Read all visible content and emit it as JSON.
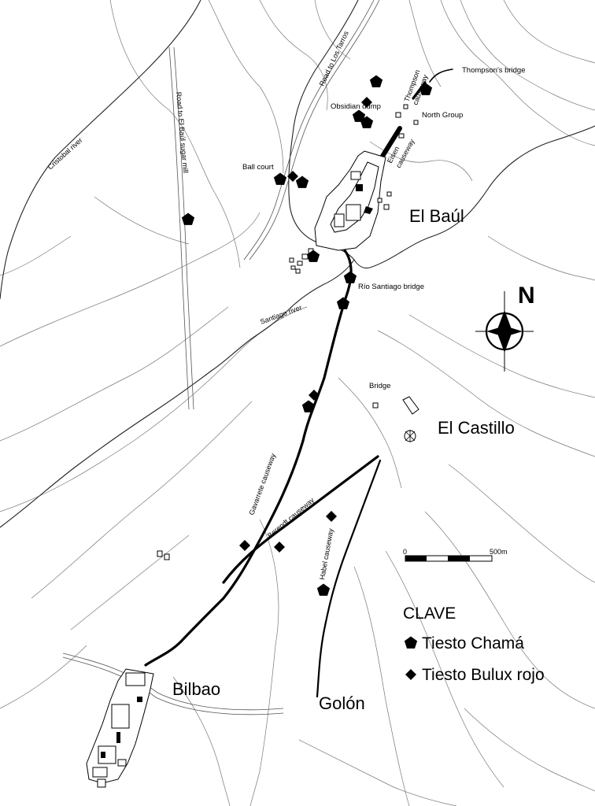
{
  "places": {
    "el_baul": "El Baúl",
    "el_castillo": "El Castillo",
    "bilbao": "Bilbao",
    "golon": "Golón"
  },
  "features": {
    "thompsons_bridge": "Thompson's bridge",
    "north_group": "North Group",
    "obsidian_dump": "Obsidian dump",
    "ball_court": "Ball court",
    "rio_santiago_bridge": "Río Santiago bridge",
    "bridge": "Bridge"
  },
  "causeways": {
    "thompson_1": "Thompson",
    "thompson_2": "causeway",
    "eisen_1": "Eisen",
    "eisen_2": "causeway",
    "gavarrete": "Gavarrete causeway",
    "berendt": "Berendt causeway",
    "habel": "Habel causeway"
  },
  "roads": {
    "los_tarros": "Road to Los Tarros",
    "el_baul_mill": "Road to El Baúl sugar mill"
  },
  "rivers": {
    "cristobal": "Cristobal river",
    "santiago": "Santiago river"
  },
  "compass": {
    "north": "N"
  },
  "scale": {
    "start": "0",
    "end": "500m"
  },
  "legend": {
    "title": "CLAVE",
    "items": [
      {
        "label": "Tiesto Chamá",
        "symbol": "pentagon"
      },
      {
        "label": "Tiesto Bulux rojo",
        "symbol": "diamond"
      }
    ]
  }
}
